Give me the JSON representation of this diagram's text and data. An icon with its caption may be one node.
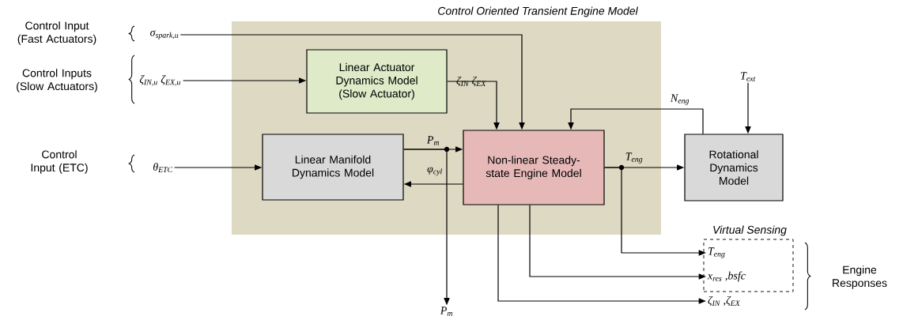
{
  "diagram": {
    "nodes": [
      {
        "text": [
          "Control Oriented Transient Engine Model"
        ]
      },
      {
        "text": [
          "Linear Actuator Dynamics Model (Slow Actuator)"
        ],
        "in": 0
      },
      {
        "text": [
          "Linear Manifold Dynamics Model"
        ],
        "in": 0
      },
      {
        "text": [
          "Non-linear Steady-state Engine Model"
        ],
        "in": 0
      },
      {
        "text": [
          "Rotational Dynamics Model"
        ]
      },
      {
        "text": [
          "Virtual Sensing"
        ]
      },
      {
        "text": [
          "T$_{eng}$"
        ],
        "in": 5
      },
      {
        "text": [
          "x$_{res}$ ,bsfc"
        ],
        "in": 5
      },
      {
        "text": [
          "ζ$_{IN}$ ,ζ$_{EX}$"
        ]
      },
      {
        "text": [
          "σ$_{spark,u}$"
        ]
      },
      {
        "text": [
          "ζ$_{IN,u}$ ζ$_{EX,u}$"
        ]
      },
      {
        "text": [
          "θ$_{ETC}$"
        ]
      },
      {
        "text": [
          "P$_{m}$"
        ]
      },
      {
        "text": [
          "T$_{ext}$"
        ]
      }
    ],
    "edges": [
      {
        "from": 9,
        "to": 3,
        "arrow": "to"
      },
      {
        "from": 10,
        "to": 1,
        "arrow": "to"
      },
      {
        "from": 11,
        "to": 2,
        "arrow": "to"
      },
      {
        "from": 1,
        "to": 3,
        "arrow": "to",
        "label": "ζ$_{IN}$ ζ$_{EX}$"
      },
      {
        "from": 2,
        "to": 3,
        "arrow": "to",
        "label": "P$_{m}$"
      },
      {
        "from": 3,
        "to": 2,
        "arrow": "to",
        "label": "φ$_{cyl}$"
      },
      {
        "from": 3,
        "to": 4,
        "arrow": "to",
        "label": "T$_{eng}$"
      },
      {
        "from": 4,
        "to": 3,
        "arrow": "to",
        "label": "N$_{eng}$"
      },
      {
        "from": 13,
        "to": 4,
        "arrow": "to"
      },
      {
        "from": 2,
        "to": 12,
        "arrow": "to"
      },
      {
        "from": 3,
        "to": 6,
        "arrow": "to"
      },
      {
        "from": 3,
        "to": 7,
        "arrow": "to"
      },
      {
        "from": 3,
        "to": 8,
        "arrow": "to"
      }
    ],
    "labels": [
      "Control Input (Fast Actuators)",
      "Control Inputs (Slow Actuators)",
      "Control Input (ETC)",
      "Engine Responses"
    ]
  }
}
